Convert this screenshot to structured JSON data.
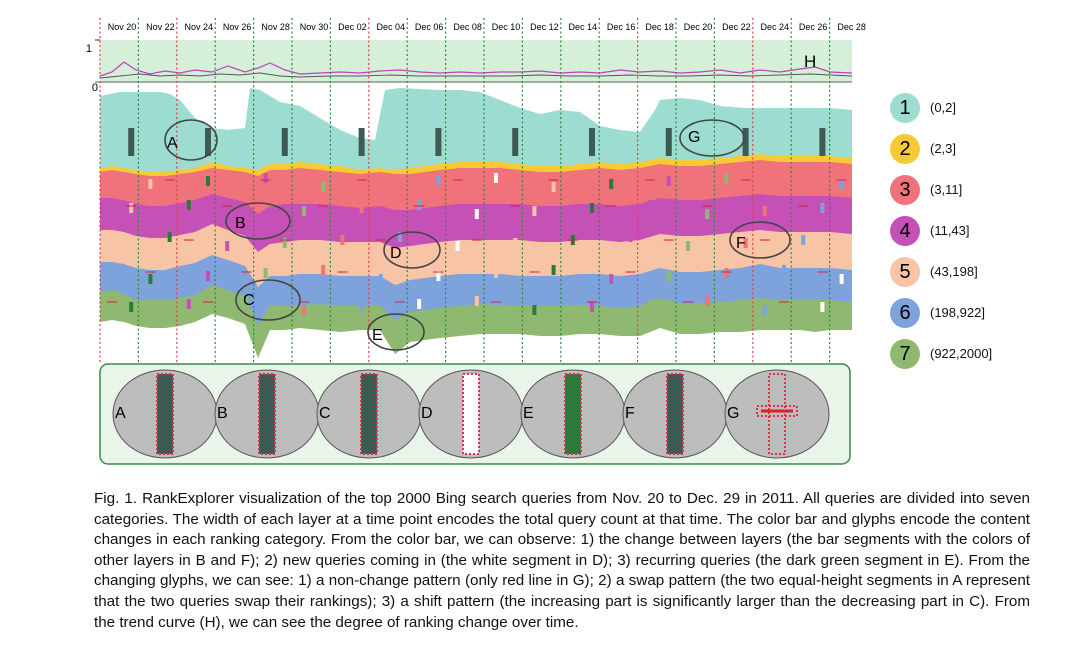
{
  "figure": {
    "dates": [
      "Nov 20",
      "Nov 22",
      "Nov 24",
      "Nov 26",
      "Nov 28",
      "Nov 30",
      "Dec 02",
      "Dec 04",
      "Dec 06",
      "Dec 08",
      "Dec 10",
      "Dec 12",
      "Dec 14",
      "Dec 16",
      "Dec 18",
      "Dec 20",
      "Dec 22",
      "Dec 24",
      "Dec 26",
      "Dec 28"
    ],
    "trend_axis": {
      "top": "1",
      "bottom": "0"
    },
    "trend_marker": "H",
    "annotations": [
      "A",
      "B",
      "C",
      "D",
      "E",
      "F",
      "G"
    ],
    "glyph_labels": [
      "A",
      "B",
      "C",
      "D",
      "E",
      "F",
      "G"
    ],
    "legend": [
      {
        "num": "1",
        "label": "(0,2]",
        "color": "#9ddcd0"
      },
      {
        "num": "2",
        "label": "(2,3]",
        "color": "#f7c934"
      },
      {
        "num": "3",
        "label": "(3,11]",
        "color": "#f0727a"
      },
      {
        "num": "4",
        "label": "(11,43]",
        "color": "#c651b6"
      },
      {
        "num": "5",
        "label": "(43,198]",
        "color": "#f8c4a6"
      },
      {
        "num": "6",
        "label": "(198,922]",
        "color": "#7ea2dc"
      },
      {
        "num": "7",
        "label": "(922,2000]",
        "color": "#8fb970"
      }
    ],
    "colors": {
      "trend_bg": "#d5efd9",
      "glyph_panel_bg": "#e8f5e8",
      "panel_border": "#3a8a4a",
      "divider_red": "#e0404a",
      "divider_green": "#2a8a3a"
    }
  },
  "caption": "Fig. 1.  RankExplorer visualization of the top 2000 Bing search queries from Nov.  20 to Dec.  29 in 2011.  All queries are divided into seven categories.  The width of each layer at a time point encodes the total query count at that time.  The color bar and glyphs encode the content changes in each ranking category.  From the color bar, we can observe: 1) the change between layers (the bar segments with the colors of other layers in B and F); 2) new queries coming in (the white segment in D); 3) recurring queries (the dark green segment in E). From the changing glyphs, we can see: 1) a non-change pattern (only red line in G); 2) a swap pattern (the two equal-height segments in A represent that the two queries swap their rankings); 3) a shift pattern (the increasing part is significantly larger than the decreasing part in C). From the trend curve (H), we can see the degree of ranking change over time."
}
